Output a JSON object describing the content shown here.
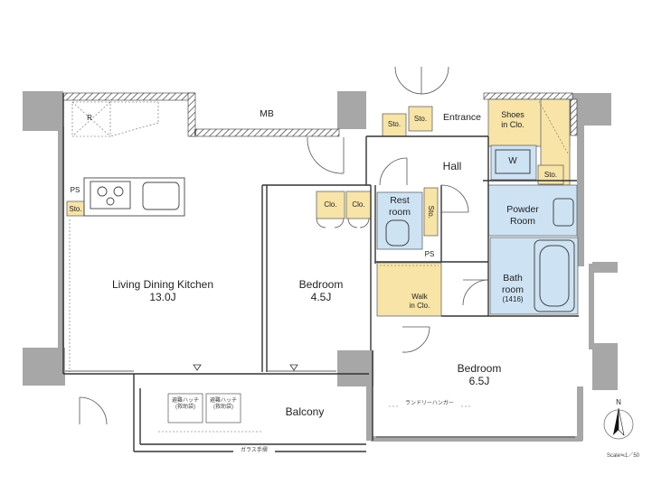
{
  "rooms": {
    "ldk_name": "Living Dining Kitchen",
    "ldk_size": "13.0J",
    "bedroom1_name": "Bedroom",
    "bedroom1_size": "4.5J",
    "bedroom2_name": "Bedroom",
    "bedroom2_size": "6.5J",
    "balcony": "Balcony",
    "hall": "Hall",
    "entrance": "Entrance",
    "restroom_line1": "Rest",
    "restroom_line2": "room",
    "powder_line1": "Powder",
    "powder_line2": "Room",
    "bath_line1": "Bath",
    "bath_line2": "room",
    "bath_size": "(1416)",
    "walkin_line1": "Walk",
    "walkin_line2": "in Clo.",
    "shoes_line1": "Shoes",
    "shoes_line2": "in Clo."
  },
  "fixtures": {
    "mb": "MB",
    "refrigerator": "R",
    "ps": "PS",
    "sto": "Sto.",
    "clo": "Clo.",
    "washer": "W",
    "laundry_hanger": "ランドリーハンガー",
    "glass_handrail": "ガラス手摺",
    "evac_hatch": "避難ハッチ (救助袋)"
  },
  "legend": {
    "north": "N",
    "scale": "Scale≒1／50"
  },
  "colors": {
    "wall": "#a7a7a7",
    "storage": "#f7e4a6",
    "wet_area": "#cde3f4",
    "line": "#333333"
  }
}
